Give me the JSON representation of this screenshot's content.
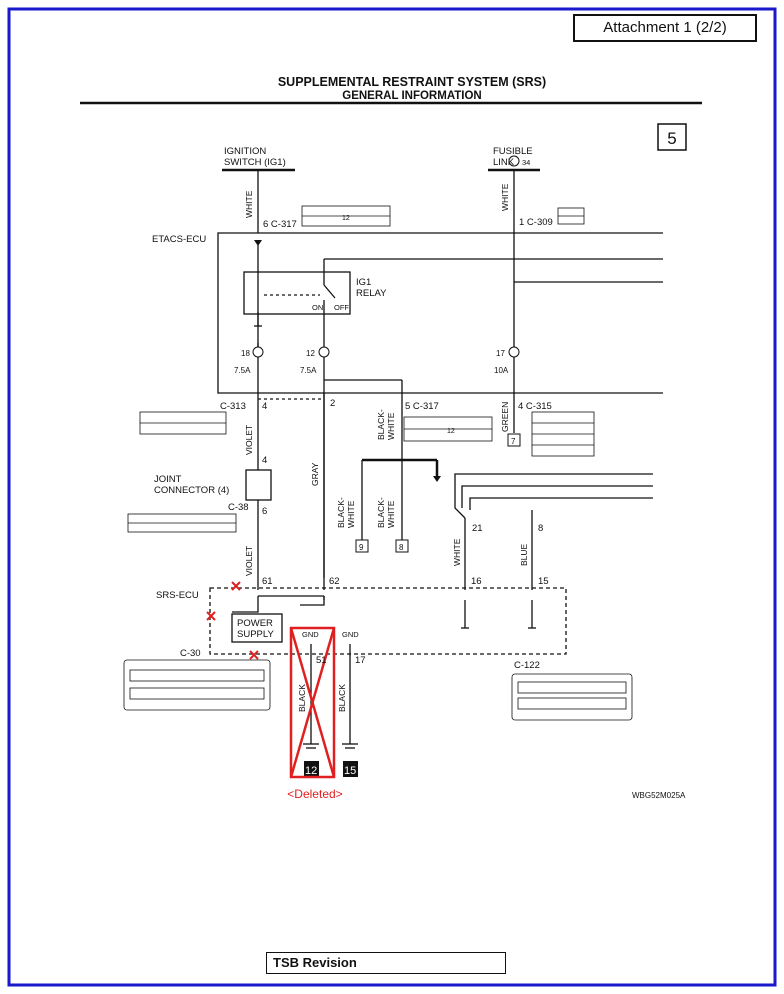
{
  "attachment_label": "Attachment 1 (2/2)",
  "header": {
    "title": "SUPPLEMENTAL RESTRAINT SYSTEM (SRS)",
    "subtitle": "GENERAL INFORMATION"
  },
  "page_number": "5",
  "diagram": {
    "ignition_switch": "IGNITION",
    "ignition_switch_2": "SWITCH (IG1)",
    "fusible_link": "FUSIBLE",
    "fusible_link_2": "LINK",
    "fusible_link_num": "34",
    "etacs_ecu": "ETACS-ECU",
    "ig1_relay": "IG1",
    "ig1_relay_2": "RELAY",
    "relay_on": "ON",
    "relay_off": "OFF",
    "wire_white_left": "WHITE",
    "wire_white_right": "WHITE",
    "conn_c317_top": "6  C-317",
    "conn_c309": "1  C-309",
    "fuse_18": "18",
    "fuse_18_amp": "7.5A",
    "fuse_12": "12",
    "fuse_12_amp": "7.5A",
    "fuse_17": "17",
    "fuse_17_amp": "10A",
    "conn_c313": "C-313",
    "pin_4_c313": "4",
    "pin_2": "2",
    "conn_c317_mid": "5  C-317",
    "conn_c315": "4  C-315",
    "wire_violet_top": "VIOLET",
    "wire_gray": "GRAY",
    "wire_black_white_top": "BLACK-",
    "wire_black_white_top_2": "WHITE",
    "wire_green": "GREEN",
    "ref_7": "7",
    "joint_connector": "JOINT",
    "joint_connector_2": "CONNECTOR (4)",
    "joint_pin_4": "4",
    "joint_pin_6": "6",
    "conn_c38": "C-38",
    "wire_bw_left": "BLACK-",
    "wire_bw_left_2": "WHITE",
    "wire_bw_right": "BLACK-",
    "wire_bw_right_2": "WHITE",
    "ref_9": "9",
    "ref_8": "8",
    "pin_21": "21",
    "pin_8": "8",
    "wire_white_mid": "WHITE",
    "wire_blue": "BLUE",
    "wire_violet_bottom": "VIOLET",
    "srs_ecu": "SRS-ECU",
    "pin_61": "61",
    "pin_62": "62",
    "pin_16": "16",
    "pin_15": "15",
    "power_supply": "POWER",
    "power_supply_2": "SUPPLY",
    "conn_c30": "C-30",
    "gnd_left": "GND",
    "gnd_right": "GND",
    "pin_51": "51",
    "pin_17": "17",
    "wire_black_left": "BLACK",
    "wire_black_right": "BLACK",
    "ground_12": "12",
    "ground_15": "15",
    "conn_c122": "C-122",
    "deleted_label": "<Deleted>",
    "figure_code": "WBG52M025A",
    "c317_inner": "12",
    "c317_mid_inner": "12"
  },
  "footer": {
    "tsb_revision": "TSB Revision"
  },
  "colors": {
    "frame_blue": "#1a1acc",
    "deleted_red": "#e02020",
    "ink": "#111111"
  }
}
